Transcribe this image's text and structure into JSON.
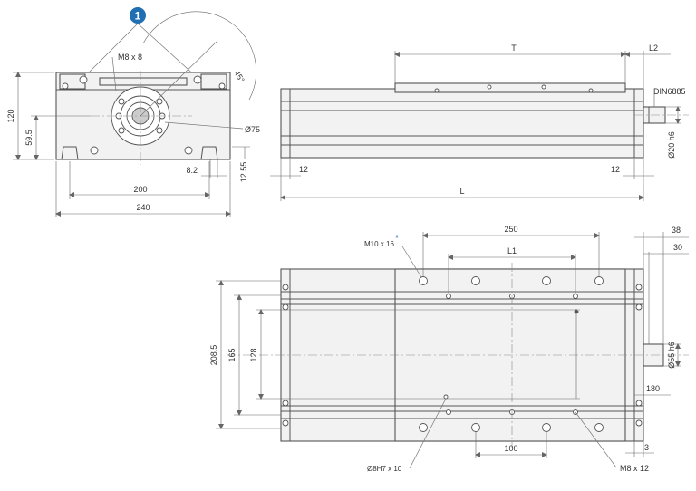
{
  "callout": {
    "number": "1",
    "color": "#1f6fb2"
  },
  "front_view": {
    "m8_label": "M8 x 8",
    "angle_label": "45°",
    "height_label": "120",
    "axis_height_label": "59.5",
    "flange_dia_label": "Ø75",
    "slot_offset_label": "8.2",
    "slot_height_label": "12.55",
    "slot_spacing_label": "200",
    "width_label": "240"
  },
  "side_view": {
    "travel_label": "T",
    "l2_label": "L2",
    "bearing_label": "DIN6885",
    "shaft_dia_label": "Ø20 h6",
    "end_left_label": "12",
    "end_right_label": "12",
    "length_label": "L"
  },
  "top_view": {
    "thread_label": "M10 x 16",
    "asterisk": "*",
    "asterisk_color": "#1f6fb2",
    "hole_spacing_label": "250",
    "l1_label": "L1",
    "shaft_len_label": "38",
    "key_len_label": "30",
    "overall_width_label": "208.5",
    "rail_spacing_label": "165",
    "inner_spacing_label": "128",
    "flange_dia_label": "Ø55 h6",
    "carriage_label": "180",
    "pin_spacing_label": "100",
    "end_offset_label": "3",
    "dowel_label": "Ø8H7 x 10",
    "screw_label": "M8 x 12"
  }
}
